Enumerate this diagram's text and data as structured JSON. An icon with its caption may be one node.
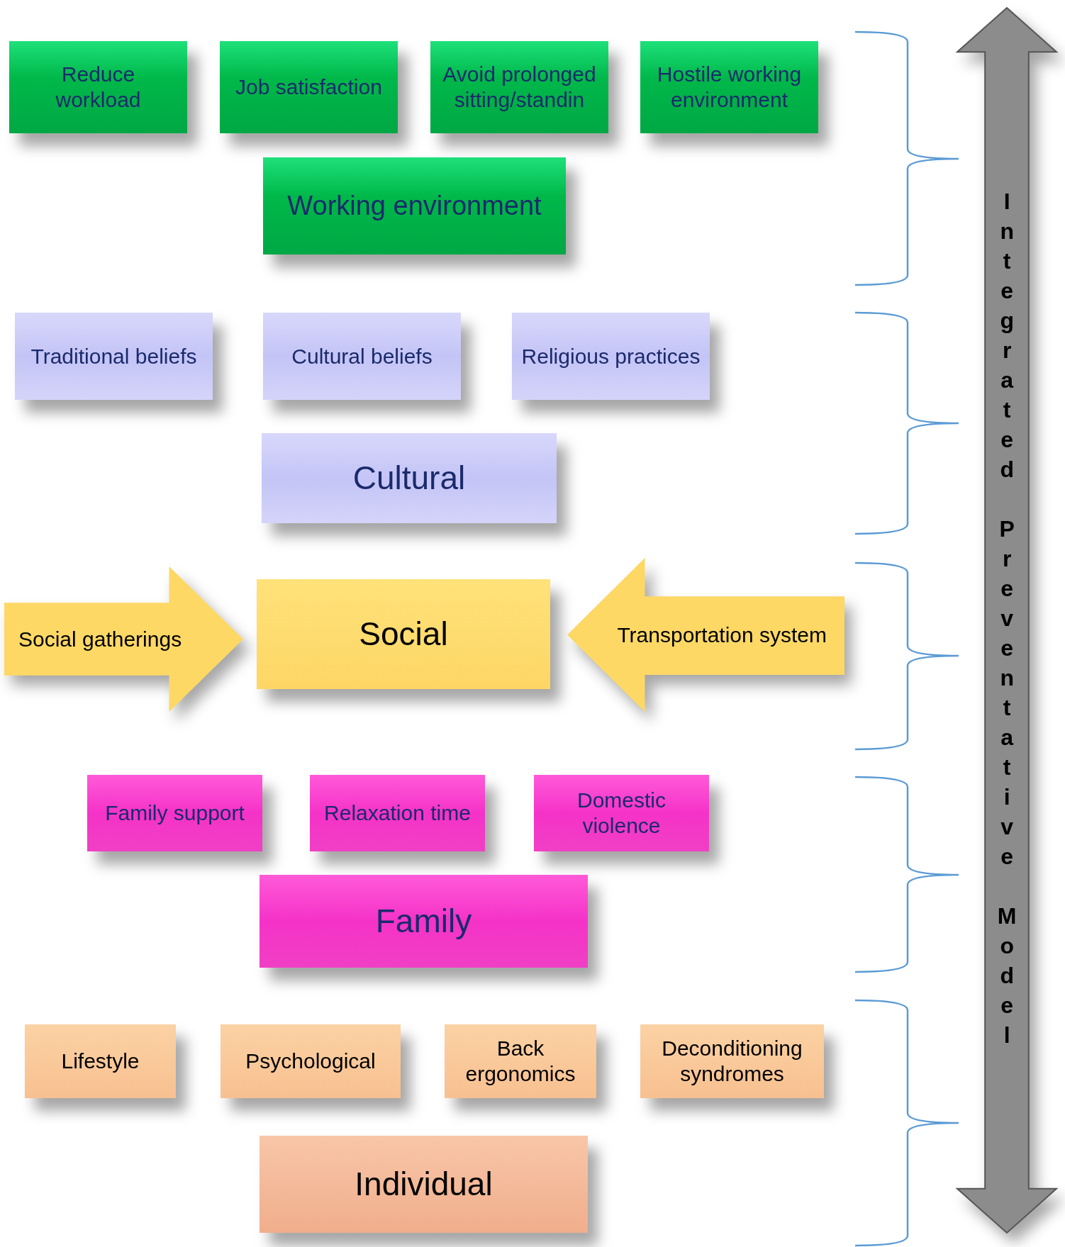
{
  "diagram": {
    "nodes": [
      {
        "text": [
          "Reduce workload"
        ]
      },
      {
        "text": [
          "Job satisfaction"
        ]
      },
      {
        "text": [
          "Avoid prolonged sitting/standin"
        ]
      },
      {
        "text": [
          "Hostile working environment"
        ]
      },
      {
        "text": [
          "Working environment"
        ]
      },
      {
        "text": [
          "Traditional beliefs"
        ]
      },
      {
        "text": [
          "Cultural beliefs"
        ]
      },
      {
        "text": [
          "Religious practices"
        ]
      },
      {
        "text": [
          "Cultural"
        ]
      },
      {
        "text": [
          "Social gatherings"
        ]
      },
      {
        "text": [
          "Social"
        ]
      },
      {
        "text": [
          "Transportation system"
        ]
      },
      {
        "text": [
          "Family support"
        ]
      },
      {
        "text": [
          "Relaxation time"
        ]
      },
      {
        "text": [
          "Domestic violence"
        ]
      },
      {
        "text": [
          "Family"
        ]
      },
      {
        "text": [
          "Lifestyle"
        ]
      },
      {
        "text": [
          "Psychological"
        ]
      },
      {
        "text": [
          "Back ergonomics"
        ]
      },
      {
        "text": [
          "Deconditioning syndromes"
        ]
      },
      {
        "text": [
          "Individual"
        ]
      },
      {
        "text": [
          "Integrated Preventative Model"
        ]
      }
    ]
  }
}
